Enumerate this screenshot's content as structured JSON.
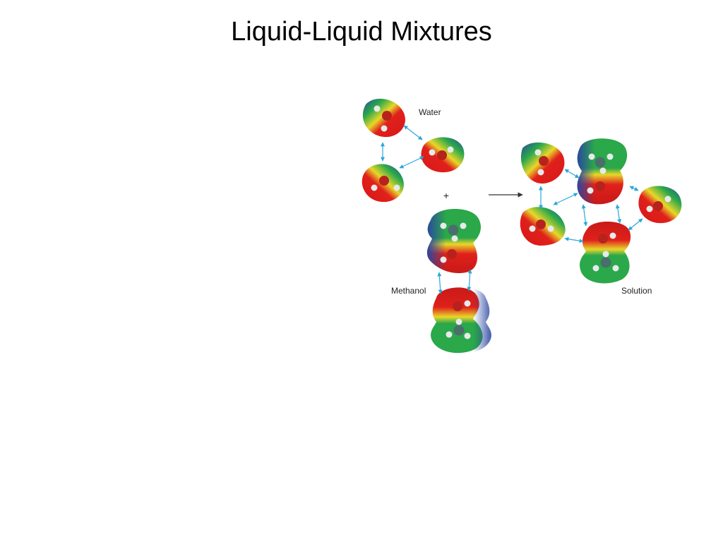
{
  "slide": {
    "title": "Liquid-Liquid Mixtures"
  },
  "figure": {
    "labels": {
      "water": "Water",
      "methanol": "Methanol",
      "solution": "Solution",
      "plus": "+"
    },
    "colors": {
      "arrow": "#2aa7d8",
      "red": "#e0201b",
      "green": "#2aa84a",
      "blue": "#2a46a0",
      "oxygen": "#b8221c",
      "carbon": "#4a6f6a",
      "hydrogen": "#e6eaea"
    }
  }
}
